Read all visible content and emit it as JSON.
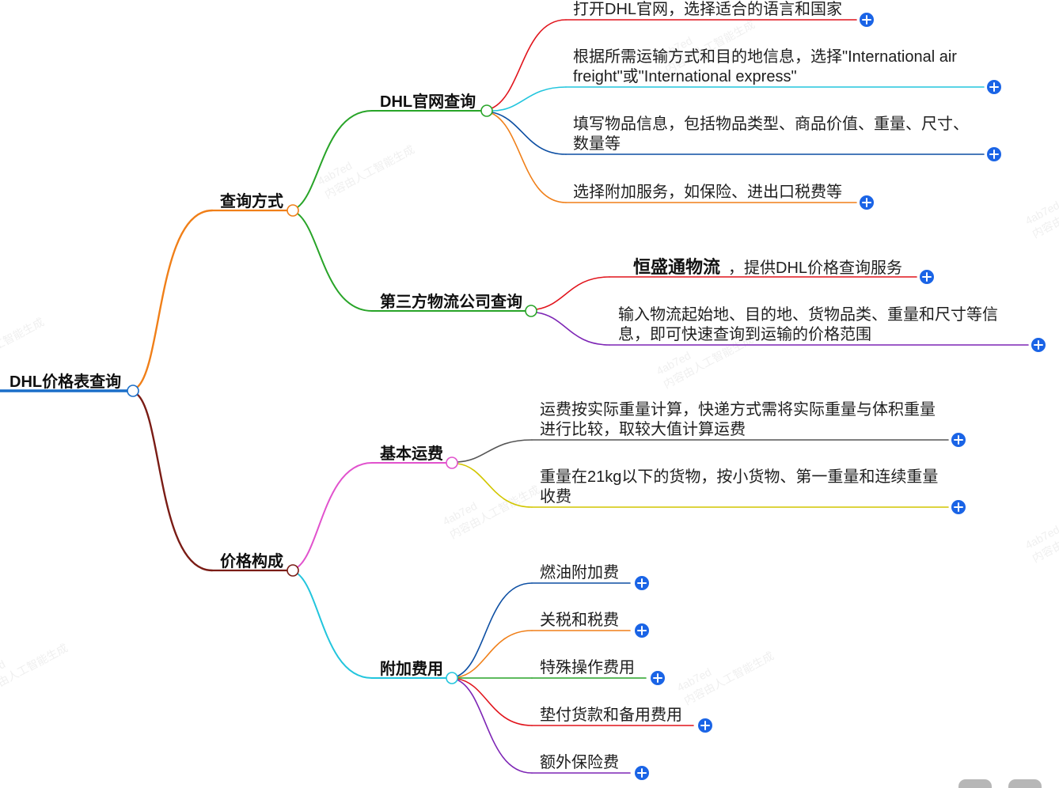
{
  "root": {
    "label": "DHL价格表查询",
    "color": "#1a6ec8"
  },
  "branches": [
    {
      "label": "查询方式",
      "color": "#f07f18",
      "children": [
        {
          "label": "DHL官网查询",
          "color": "#28a428",
          "children": [
            {
              "lines": [
                "打开DHL官网，选择适合的语言和国家"
              ],
              "color": "#e1141c"
            },
            {
              "lines": [
                "根据所需运输方式和目的地信息，选择\"International air",
                "freight\"或\"International express\""
              ],
              "color": "#22c5dd"
            },
            {
              "lines": [
                "填写物品信息，包括物品类型、商品价值、重量、尺寸、",
                "数量等"
              ],
              "color": "#0d4fa3"
            },
            {
              "lines": [
                "选择附加服务，如保险、进出口税费等"
              ],
              "color": "#f07f18"
            }
          ]
        },
        {
          "label": "第三方物流公司查询",
          "color": "#28a428",
          "children": [
            {
              "highlight": "恒盛通物流",
              "text": "，提供DHL价格查询服务",
              "color": "#e1141c"
            },
            {
              "lines": [
                "输入物流起始地、目的地、货物品类、重量和尺寸等信",
                "息，即可快速查询到运输的价格范围"
              ],
              "color": "#7d25b5"
            }
          ]
        }
      ]
    },
    {
      "label": "价格构成",
      "color": "#7a1c15",
      "children": [
        {
          "label": "基本运费",
          "color": "#e152cd",
          "children": [
            {
              "lines": [
                "运费按实际重量计算，快递方式需将实际重量与体积重量",
                "进行比较，取较大值计算运费"
              ],
              "color": "#555555"
            },
            {
              "lines": [
                "重量在21kg以下的货物，按小货物、第一重量和连续重量",
                "收费"
              ],
              "color": "#d2c600"
            }
          ]
        },
        {
          "label": "附加费用",
          "color": "#22c5dd",
          "children": [
            {
              "lines": [
                "燃油附加费"
              ],
              "color": "#0d4fa3"
            },
            {
              "lines": [
                "关税和税费"
              ],
              "color": "#f07f18"
            },
            {
              "lines": [
                "特殊操作费用"
              ],
              "color": "#28a428"
            },
            {
              "lines": [
                "垫付货款和备用费用"
              ],
              "color": "#e1141c"
            },
            {
              "lines": [
                "额外保险费"
              ],
              "color": "#7d25b5"
            }
          ]
        }
      ]
    }
  ],
  "expand_button": {
    "icon": "plus-icon",
    "color": "#1a64e6"
  },
  "watermark": {
    "id": "4ab7ed",
    "notice": "内容由人工智能生成"
  }
}
